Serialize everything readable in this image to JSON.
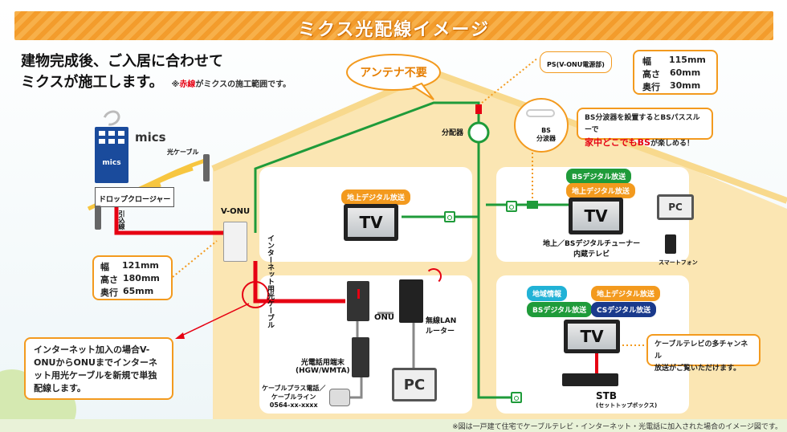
{
  "banner": {
    "title": "ミクス光配線イメージ"
  },
  "headline": {
    "line1": "建物完成後、ご入居に合わせて",
    "line2": "ミクスが施工します。",
    "note_prefix": "※",
    "note_red": "赤線",
    "note_suffix": "がミクスの施工範囲です。"
  },
  "antenna_bubble": "アンテナ不要",
  "building": {
    "name": "mics",
    "sign": "mics"
  },
  "labels": {
    "hikari_cable": "光ケーブル",
    "drop_closure": "ドロップクロージャー",
    "hikikomi": "引込線",
    "v_onu": "V-ONU",
    "internet_cable": "インターネット用光ケーブル",
    "bunpaiki": "分配器",
    "ps": "PS(V-ONU電源部)",
    "bs_splitter": "BS\n分波器",
    "onu": "ONU",
    "wireless_router": "無線LAN\nルーター",
    "phone_terminal": "光電話用端末\n(HGW/WMTA)",
    "phone_line": "ケーブルプラス電話／\nケーブルライン\n0564-xx-xxxx",
    "tv_chideji": "地上／BSデジタルチューナー\n内蔵テレビ",
    "smartphone": "スマートフォン",
    "stb": "STB",
    "stb_sub": "(セットトップボックス)",
    "tv": "TV",
    "pc": "PC"
  },
  "badges": {
    "living_tv": "地上デジタル放送",
    "room2_bs": "BSデジタル放送",
    "room2_chideji": "地上デジタル放送",
    "room4_local": "地域情報",
    "room4_chideji": "地上デジタル放送",
    "room4_bs": "BSデジタル放送",
    "room4_cs": "CSデジタル放送"
  },
  "ps_dims": {
    "rows": [
      {
        "k": "幅",
        "v": "115mm"
      },
      {
        "k": "高さ",
        "v": "60mm"
      },
      {
        "k": "奥行",
        "v": "30mm"
      }
    ]
  },
  "onu_dims": {
    "rows": [
      {
        "k": "幅",
        "v": "121mm"
      },
      {
        "k": "高さ",
        "v": "180mm"
      },
      {
        "k": "奥行",
        "v": "65mm"
      }
    ]
  },
  "bs_note": {
    "line1": "BS分波器を設置するとBSパススルーで",
    "red": "家中どこでもBS",
    "suffix": "が楽しめる！"
  },
  "cable_note": {
    "line1": "ケーブルテレビの多チャンネル",
    "line2": "放送がご覧いただけます。"
  },
  "internet_note": "インターネット加入の場合V-ONUからONUまでインターネット用光ケーブルを新規で単独配線します。",
  "footer_note": "※図は一戸建て住宅でケーブルテレビ・インターネット・光電話に加入された場合のイメージ図です。",
  "colors": {
    "red_line": "#e60012",
    "green_line": "#1f9b3a",
    "orange": "#f39a1e",
    "house": "#fbe6b3"
  }
}
